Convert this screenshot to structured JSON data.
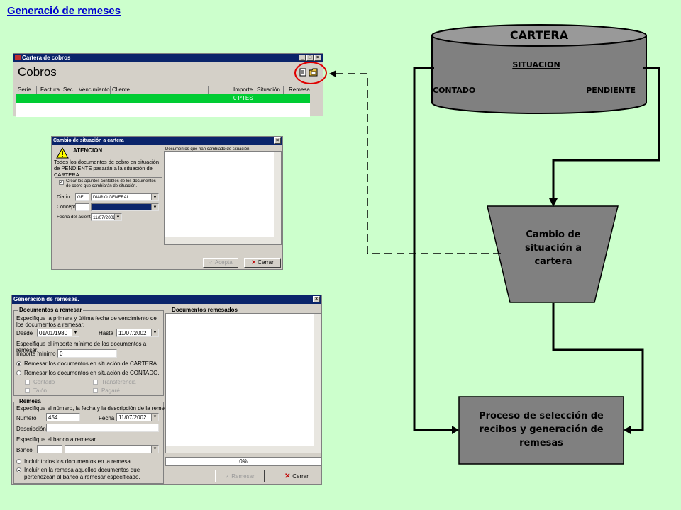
{
  "slide": {
    "title": "Generació de remeses"
  },
  "cobros_window": {
    "title": "Cartera de cobros",
    "heading": "Cobros",
    "columns": [
      "Serie",
      "Factura",
      "Sec.",
      "Vencimiento",
      "Cliente",
      "Importe",
      "Situación",
      "Remesa"
    ],
    "total": "0 PTES",
    "buttons": [
      "minimize",
      "maximize",
      "close"
    ]
  },
  "cambio_dialog": {
    "title": "Cambio de situación a cartera",
    "atencion": "ATENCION",
    "message": "Todos los documentos de cobro en situación de PENDIENTE pasarán a la situación de CARTERA.",
    "checkbox_label": "Crear los apuntes contables de los documentos de cobro que cambiarán de situación.",
    "diario_label": "Diario",
    "diario_code": "GE",
    "diario_name": "DIARIO GENERAL",
    "concepto_label": "Concepto",
    "fecha_label": "Fecha del asiento",
    "fecha_value": "11/07/2002",
    "documents_label": "Documentos que han cambiado de situación",
    "accept_label": "Acepta",
    "close_label": "Cerrar"
  },
  "remesas_dialog": {
    "title": "Generación de remesas.",
    "group_docs": "Documentos a remesar",
    "docs_hint": "Especifique la primera y última fecha de vencimiento de los documentos a remesar.",
    "desde_label": "Desde",
    "desde_value": "01/01/1980",
    "hasta_label": "Hasta",
    "hasta_value": "11/07/2002",
    "importe_hint": "Especifique el importe mínimo de los documentos a remesar.",
    "importe_label": "Importe mínimo",
    "importe_value": "0",
    "radio_cartera": "Remesar los documentos en situación de CARTERA.",
    "radio_contado": "Remesar los documentos en situación de CONTADO.",
    "chk_contado": "Contado",
    "chk_transferencia": "Transferencia",
    "chk_talon": "Talón",
    "chk_pagare": "Pagaré",
    "group_remesa": "Remesa",
    "remesa_hint": "Especifique el número, la fecha y la descripción de la remesa.",
    "numero_label": "Número",
    "numero_value": "454",
    "fecha_label": "Fecha",
    "fecha_value": "11/07/2002",
    "descripcion_label": "Descripción",
    "banco_hint": "Especifique el banco a remesar.",
    "banco_label": "Banco",
    "radio_todos": "Incluir todos los documentos en la remesa.",
    "radio_banco": "Incluir en la remesa aquellos documentos que pertenezcan al banco a remesar especificado.",
    "documents_label": "Documentos remesados",
    "progress_label": "0%",
    "progress_value": 0,
    "remesar_label": "Remesar",
    "close_label": "Cerrar"
  },
  "flow": {
    "cartera_title": "CARTERA",
    "situacion": "SITUACION",
    "contado": "CONTADO",
    "pendiente": "PENDIENTE",
    "cambio": "Cambio de situación a cartera",
    "proceso": "Proceso de selección de recibos y generación de remesas",
    "colors": {
      "shape_fill": "#808080",
      "line": "#000000",
      "highlight": "#e00000",
      "grid_green": "#00cc33"
    }
  }
}
